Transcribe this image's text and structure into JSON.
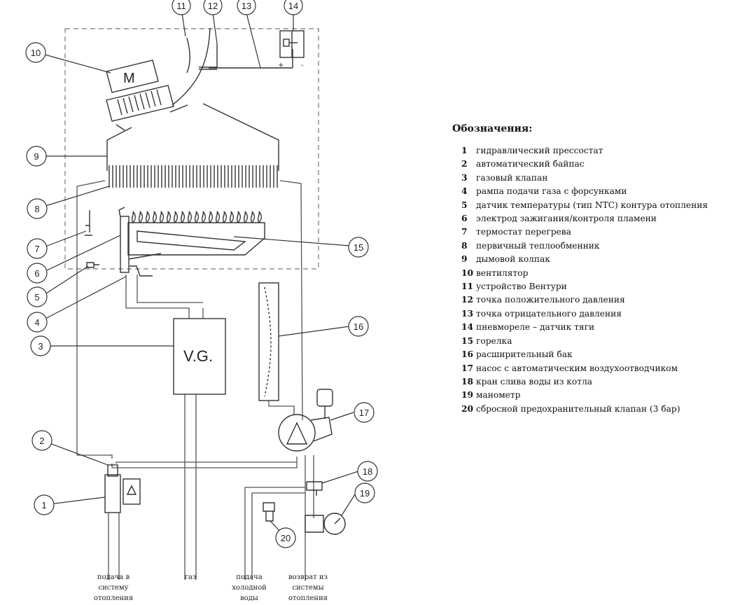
{
  "diagram": {
    "callouts": [
      "1",
      "2",
      "3",
      "4",
      "5",
      "6",
      "7",
      "8",
      "9",
      "10",
      "11",
      "12",
      "13",
      "14",
      "15",
      "16",
      "17",
      "18",
      "19",
      "20"
    ],
    "motor_label": "M",
    "gas_valve_label": "V.G.",
    "switch_plus": "+",
    "switch_minus": "-",
    "bottom_labels": [
      [
        "подача в",
        "систему",
        "отопления"
      ],
      [
        "газ"
      ],
      [
        "подача",
        "холодной",
        "воды"
      ],
      [
        "возврат из",
        "системы",
        "отопления"
      ]
    ]
  },
  "legend": {
    "title": "Обозначения:",
    "items": [
      {
        "num": "1",
        "text": "гидравлический прессостат"
      },
      {
        "num": "2",
        "text": "автоматический байпас"
      },
      {
        "num": "3",
        "text": "газовый клапан"
      },
      {
        "num": "4",
        "text": "рампа подачи газа с форсунками"
      },
      {
        "num": "5",
        "text": "датчик температуры (тип NTC) контура отопления"
      },
      {
        "num": "6",
        "text": "электрод зажигания/контроля пламени"
      },
      {
        "num": "7",
        "text": "термостат перегрева"
      },
      {
        "num": "8",
        "text": "первичный теплообменник"
      },
      {
        "num": "9",
        "text": "дымовой колпак"
      },
      {
        "num": "10",
        "text": "вентилятор"
      },
      {
        "num": "11",
        "text": "устройство Вентури"
      },
      {
        "num": "12",
        "text": "точка положительного давления"
      },
      {
        "num": "13",
        "text": "точка отрицательного давления"
      },
      {
        "num": "14",
        "text": "пневмореле – датчик тяги"
      },
      {
        "num": "15",
        "text": "горелка"
      },
      {
        "num": "16",
        "text": "расширительный бак"
      },
      {
        "num": "17",
        "text": "насос с автоматическим воздухоотводчиком"
      },
      {
        "num": "18",
        "text": "кран слива воды из котла"
      },
      {
        "num": "19",
        "text": "манометр"
      },
      {
        "num": "20",
        "text": "сбросной предохранительный клапан (3 бар)"
      }
    ]
  }
}
